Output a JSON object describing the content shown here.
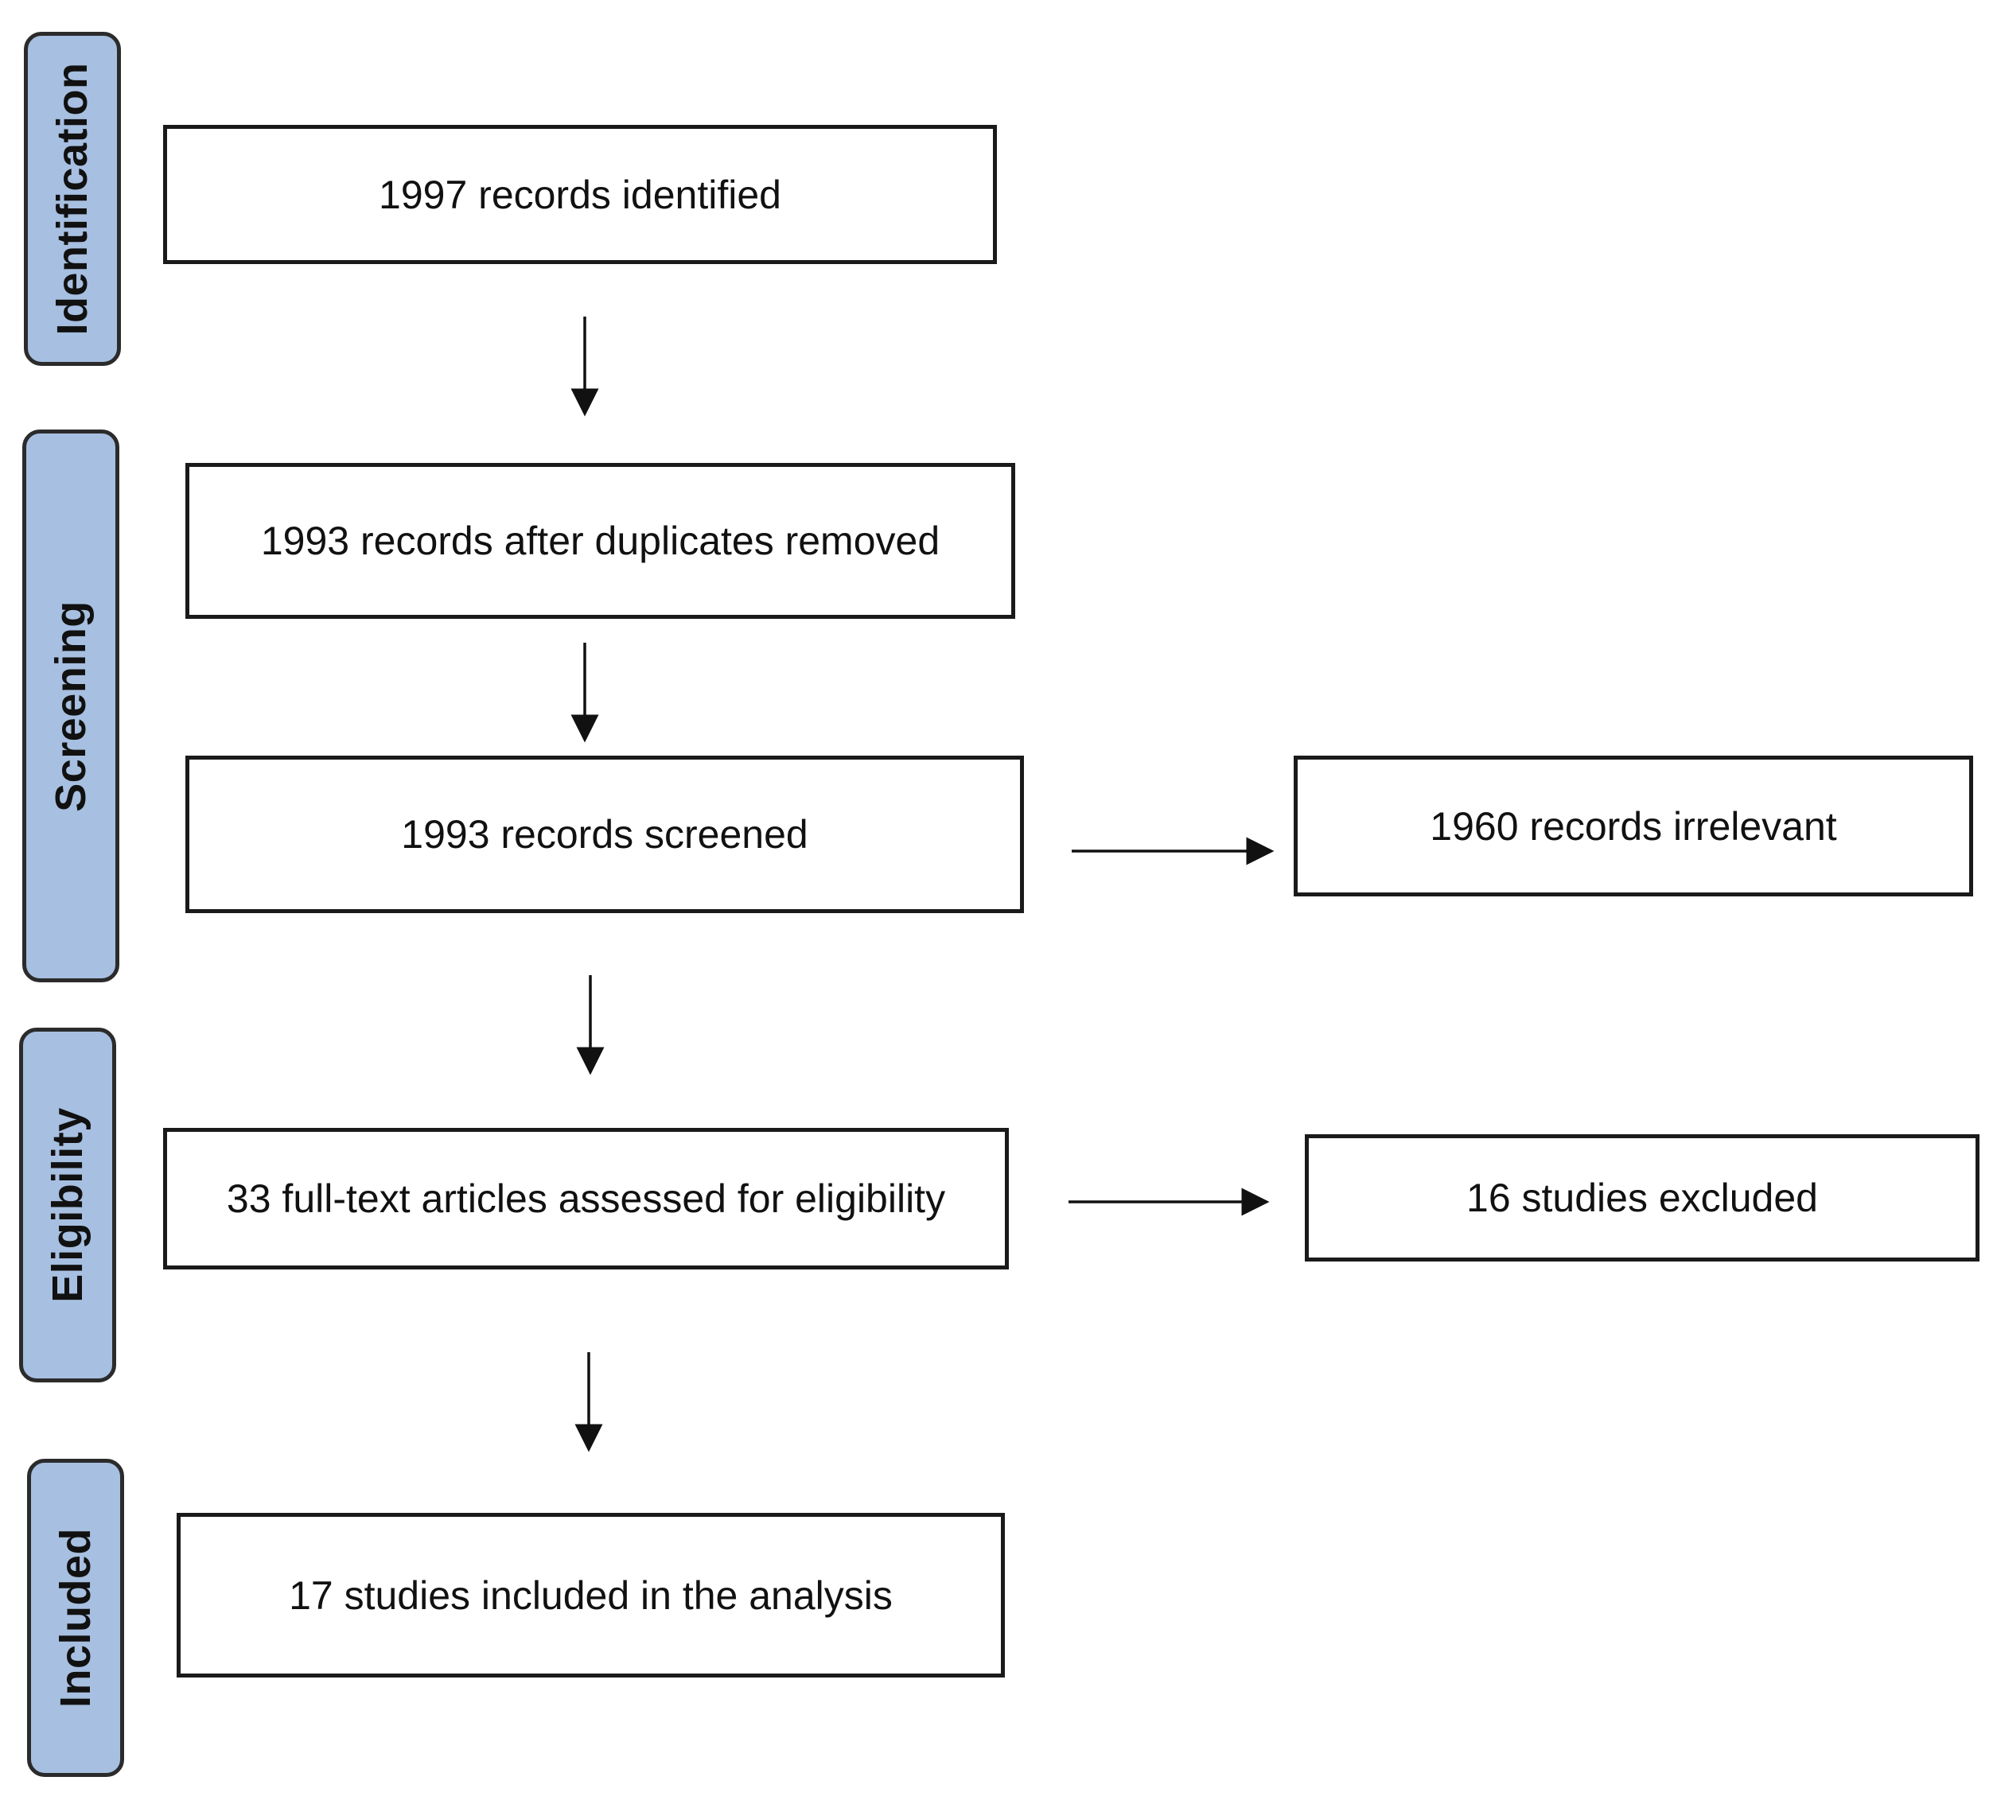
{
  "stages": {
    "identification": "Identification",
    "screening": "Screening",
    "eligibility": "Eligibility",
    "included": "Included"
  },
  "boxes": {
    "records_identified": "1997 records identified",
    "after_duplicates": "1993 records after duplicates removed",
    "records_screened": "1993 records screened",
    "records_irrelevant": "1960 records irrelevant",
    "fulltext_assessed": "33 full-text articles assessed for eligibility",
    "studies_excluded": "16 studies excluded",
    "studies_included": "17 studies included in the analysis"
  },
  "colors": {
    "stage_fill": "#a7bfe0",
    "stage_border": "#2b2b2b",
    "box_border": "#1a1a1a",
    "arrow": "#111111"
  }
}
